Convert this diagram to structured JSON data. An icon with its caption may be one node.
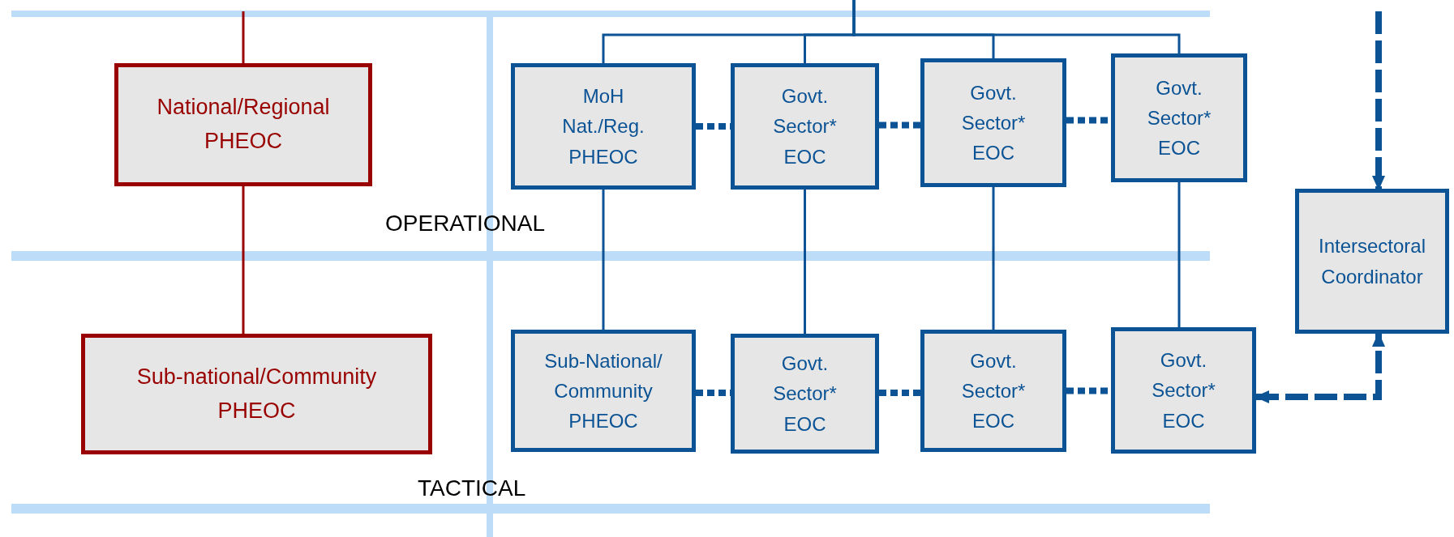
{
  "diagram": {
    "nodes": [
      {
        "text": [
          "National/Regional PHEOC"
        ]
      },
      {
        "text": [
          "Sub-national/Community PHEOC"
        ]
      },
      {
        "text": [
          "MoH Nat./Reg. PHEOC"
        ]
      },
      {
        "text": [
          "Govt. Sector* EOC"
        ]
      },
      {
        "text": [
          "Govt. Sector* EOC"
        ]
      },
      {
        "text": [
          "Govt. Sector* EOC"
        ]
      },
      {
        "text": [
          "Sub-National/ Community PHEOC"
        ]
      },
      {
        "text": [
          "Govt. Sector* EOC"
        ]
      },
      {
        "text": [
          "Govt. Sector* EOC"
        ]
      },
      {
        "text": [
          "Govt. Sector* EOC"
        ]
      },
      {
        "text": [
          "Intersectoral Coordinator"
        ]
      }
    ],
    "edges": [
      {
        "from": null,
        "to": 0,
        "arrow": "none",
        "color": "#990000"
      },
      {
        "from": 0,
        "to": 1,
        "arrow": "none",
        "color": "#990000"
      },
      {
        "from": null,
        "to": 2,
        "arrow": "none"
      },
      {
        "from": null,
        "to": 3,
        "arrow": "none"
      },
      {
        "from": null,
        "to": 4,
        "arrow": "none"
      },
      {
        "from": null,
        "to": 5,
        "arrow": "none"
      },
      {
        "from": 2,
        "to": 3,
        "arrow": "none",
        "style": "dashed"
      },
      {
        "from": 3,
        "to": 4,
        "arrow": "none",
        "style": "dashed"
      },
      {
        "from": 4,
        "to": 5,
        "arrow": "none",
        "style": "dashed"
      },
      {
        "from": 2,
        "to": 6,
        "arrow": "none"
      },
      {
        "from": 3,
        "to": 7,
        "arrow": "none"
      },
      {
        "from": 4,
        "to": 8,
        "arrow": "none"
      },
      {
        "from": 5,
        "to": 9,
        "arrow": "none"
      },
      {
        "from": 6,
        "to": 7,
        "arrow": "none",
        "style": "dashed"
      },
      {
        "from": 7,
        "to": 8,
        "arrow": "none",
        "style": "dashed"
      },
      {
        "from": 8,
        "to": 9,
        "arrow": "none",
        "style": "dashed"
      },
      {
        "from": null,
        "to": 10,
        "arrow": "to",
        "style": "dashed"
      },
      {
        "from": 9,
        "to": 10,
        "arrow": "both",
        "style": "dashed"
      }
    ],
    "labels": [
      "OPERATIONAL",
      "TACTICAL"
    ]
  }
}
